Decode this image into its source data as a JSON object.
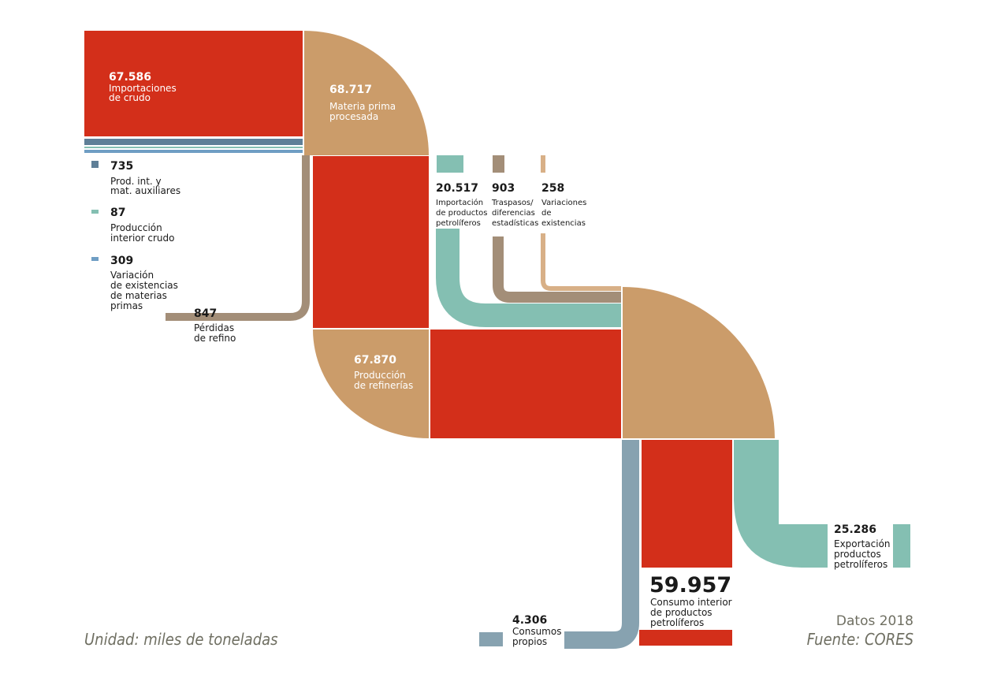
{
  "colors": {
    "red": "#d32f1a",
    "tan": "#cb9c6a",
    "taupe": "#a38e78",
    "light_tan": "#d8b087",
    "teal": "#84bfb2",
    "slate": "#5f7f97",
    "steel": "#87a2b0",
    "blue": "#6f9ec4"
  },
  "nodes": {
    "importaciones": {
      "value": "67.586",
      "label_1": "Importaciones",
      "label_2": "de crudo"
    },
    "materia_prima": {
      "value": "68.717",
      "label_1": "Materia prima",
      "label_2": "procesada"
    },
    "produccion_refinerias": {
      "value": "67.870",
      "label_1": "Producción",
      "label_2": "de refinerías"
    },
    "consumo_interior": {
      "value": "59.957",
      "label_1": "Consumo interior",
      "label_2": "de productos",
      "label_3": "petrolíferos"
    }
  },
  "legend": [
    {
      "value": "735",
      "label_1": "Prod. int. y",
      "label_2": "mat. auxiliares",
      "icon": "square-slate"
    },
    {
      "value": "87",
      "label_1": "Producción",
      "label_2": "interior crudo",
      "icon": "square-teal"
    },
    {
      "value": "309",
      "label_1": "Variación",
      "label_2": "de existencias",
      "label_3": "de materias",
      "label_4": "primas",
      "icon": "square-blue"
    }
  ],
  "perdidas": {
    "value": "847",
    "label_1": "Pérdidas",
    "label_2": "de refino"
  },
  "inputs": {
    "importacion_productos": {
      "value": "20.517",
      "label_1": "Importación",
      "label_2": "de productos",
      "label_3": "petrolíferos"
    },
    "traspasos": {
      "value": "903",
      "label_1": "Traspasos/",
      "label_2": "diferencias",
      "label_3": "estadísticas"
    },
    "variaciones": {
      "value": "258",
      "label_1": "Variaciones",
      "label_2": "de",
      "label_3": "existencias"
    }
  },
  "exportacion": {
    "value": "25.286",
    "label_1": "Exportación",
    "label_2": "productos",
    "label_3": "petrolíferos"
  },
  "consumos_propios": {
    "value": "4.306",
    "label_1": "Consumos",
    "label_2": "propios"
  },
  "footer": {
    "unit": "Unidad: miles de toneladas",
    "year": "Datos 2018",
    "source": "Fuente: CORES"
  }
}
